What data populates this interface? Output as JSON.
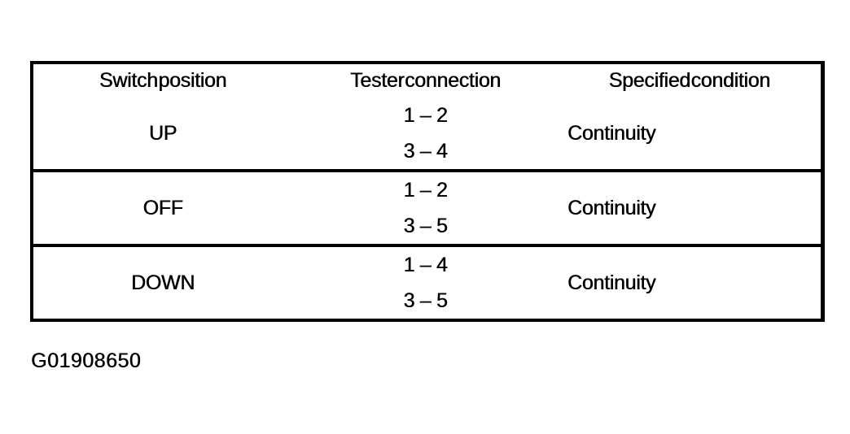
{
  "colors": {
    "ink": "#000000",
    "paper": "#ffffff"
  },
  "table": {
    "headers": [
      "Switch position",
      "Tester connection",
      "Specified condition"
    ],
    "rows": [
      {
        "position": "UP",
        "connections": [
          "1 – 2",
          "3 – 4"
        ],
        "condition": "Continuity"
      },
      {
        "position": "OFF",
        "connections": [
          "1 – 2",
          "3 – 5"
        ],
        "condition": "Continuity"
      },
      {
        "position": "DOWN",
        "connections": [
          "1 – 4",
          "3 – 5"
        ],
        "condition": "Continuity"
      }
    ]
  },
  "figure_id": "G01908650"
}
